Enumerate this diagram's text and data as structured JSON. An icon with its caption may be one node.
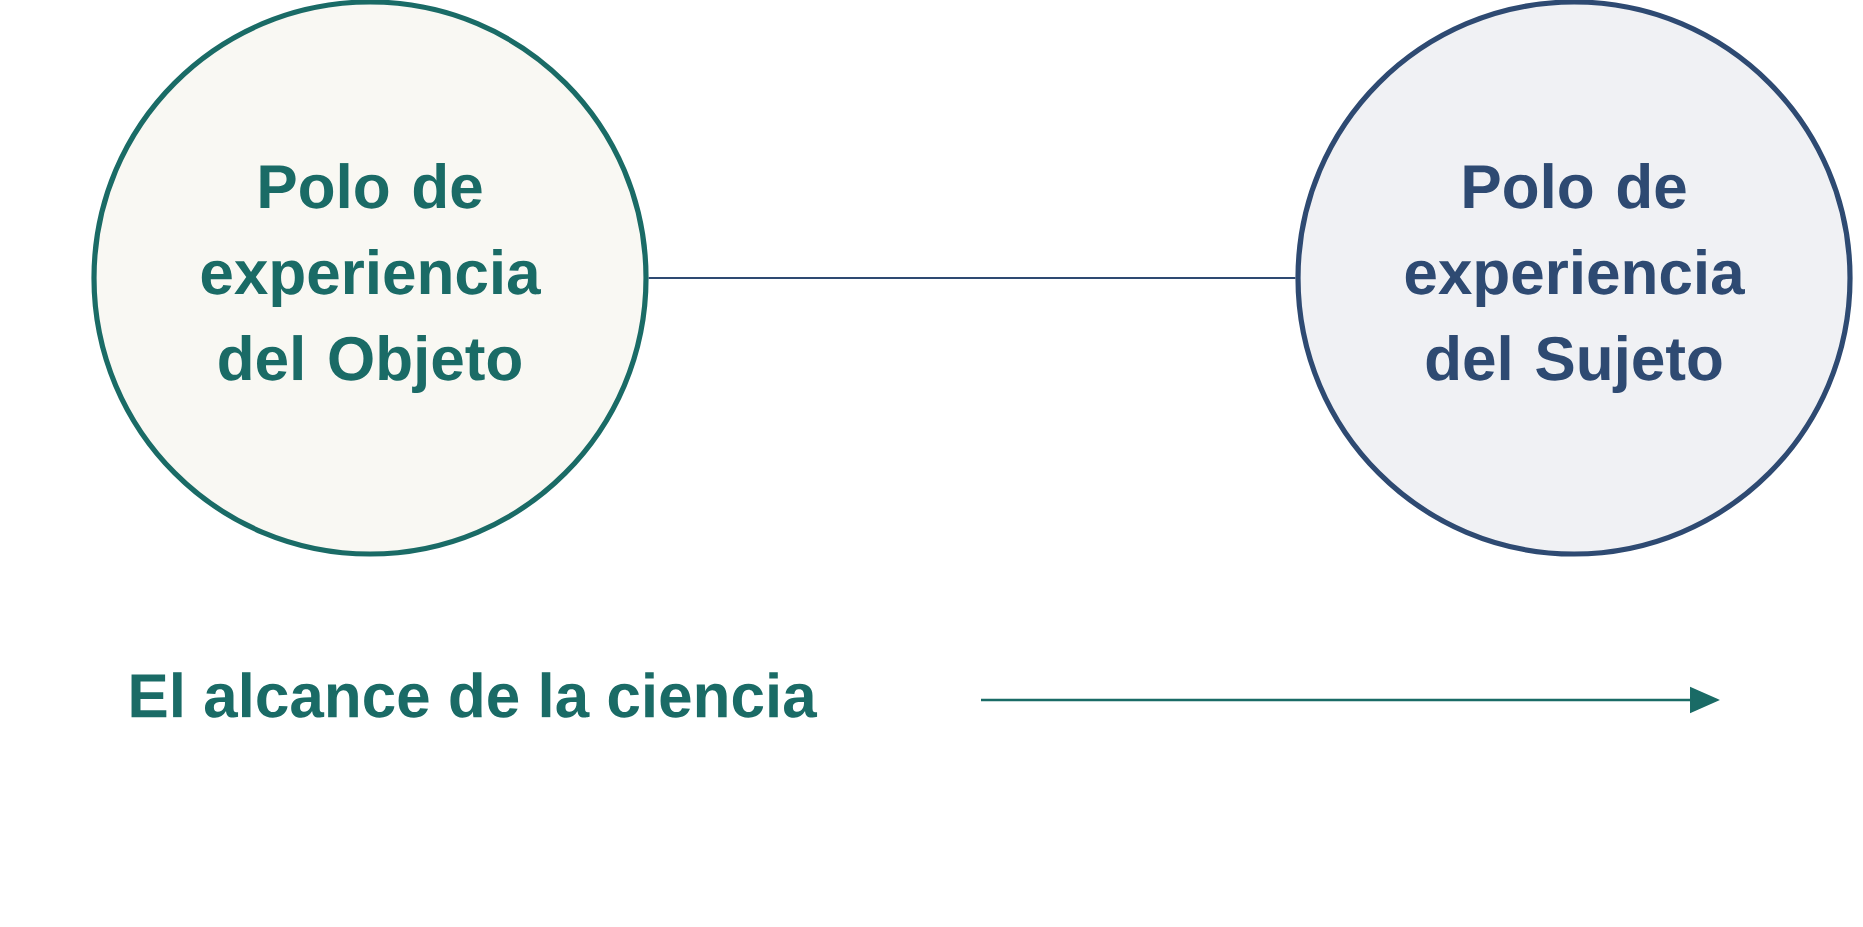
{
  "diagram": {
    "nodes": [
      {
        "text": [
          "Polo de experiencia del Objeto"
        ]
      },
      {
        "text": [
          "Polo de experiencia del Sujeto"
        ]
      }
    ],
    "edges": [
      {
        "from": 0,
        "to": 1,
        "arrow": "none"
      }
    ],
    "labels": [
      "El alcance de la ciencia"
    ]
  }
}
